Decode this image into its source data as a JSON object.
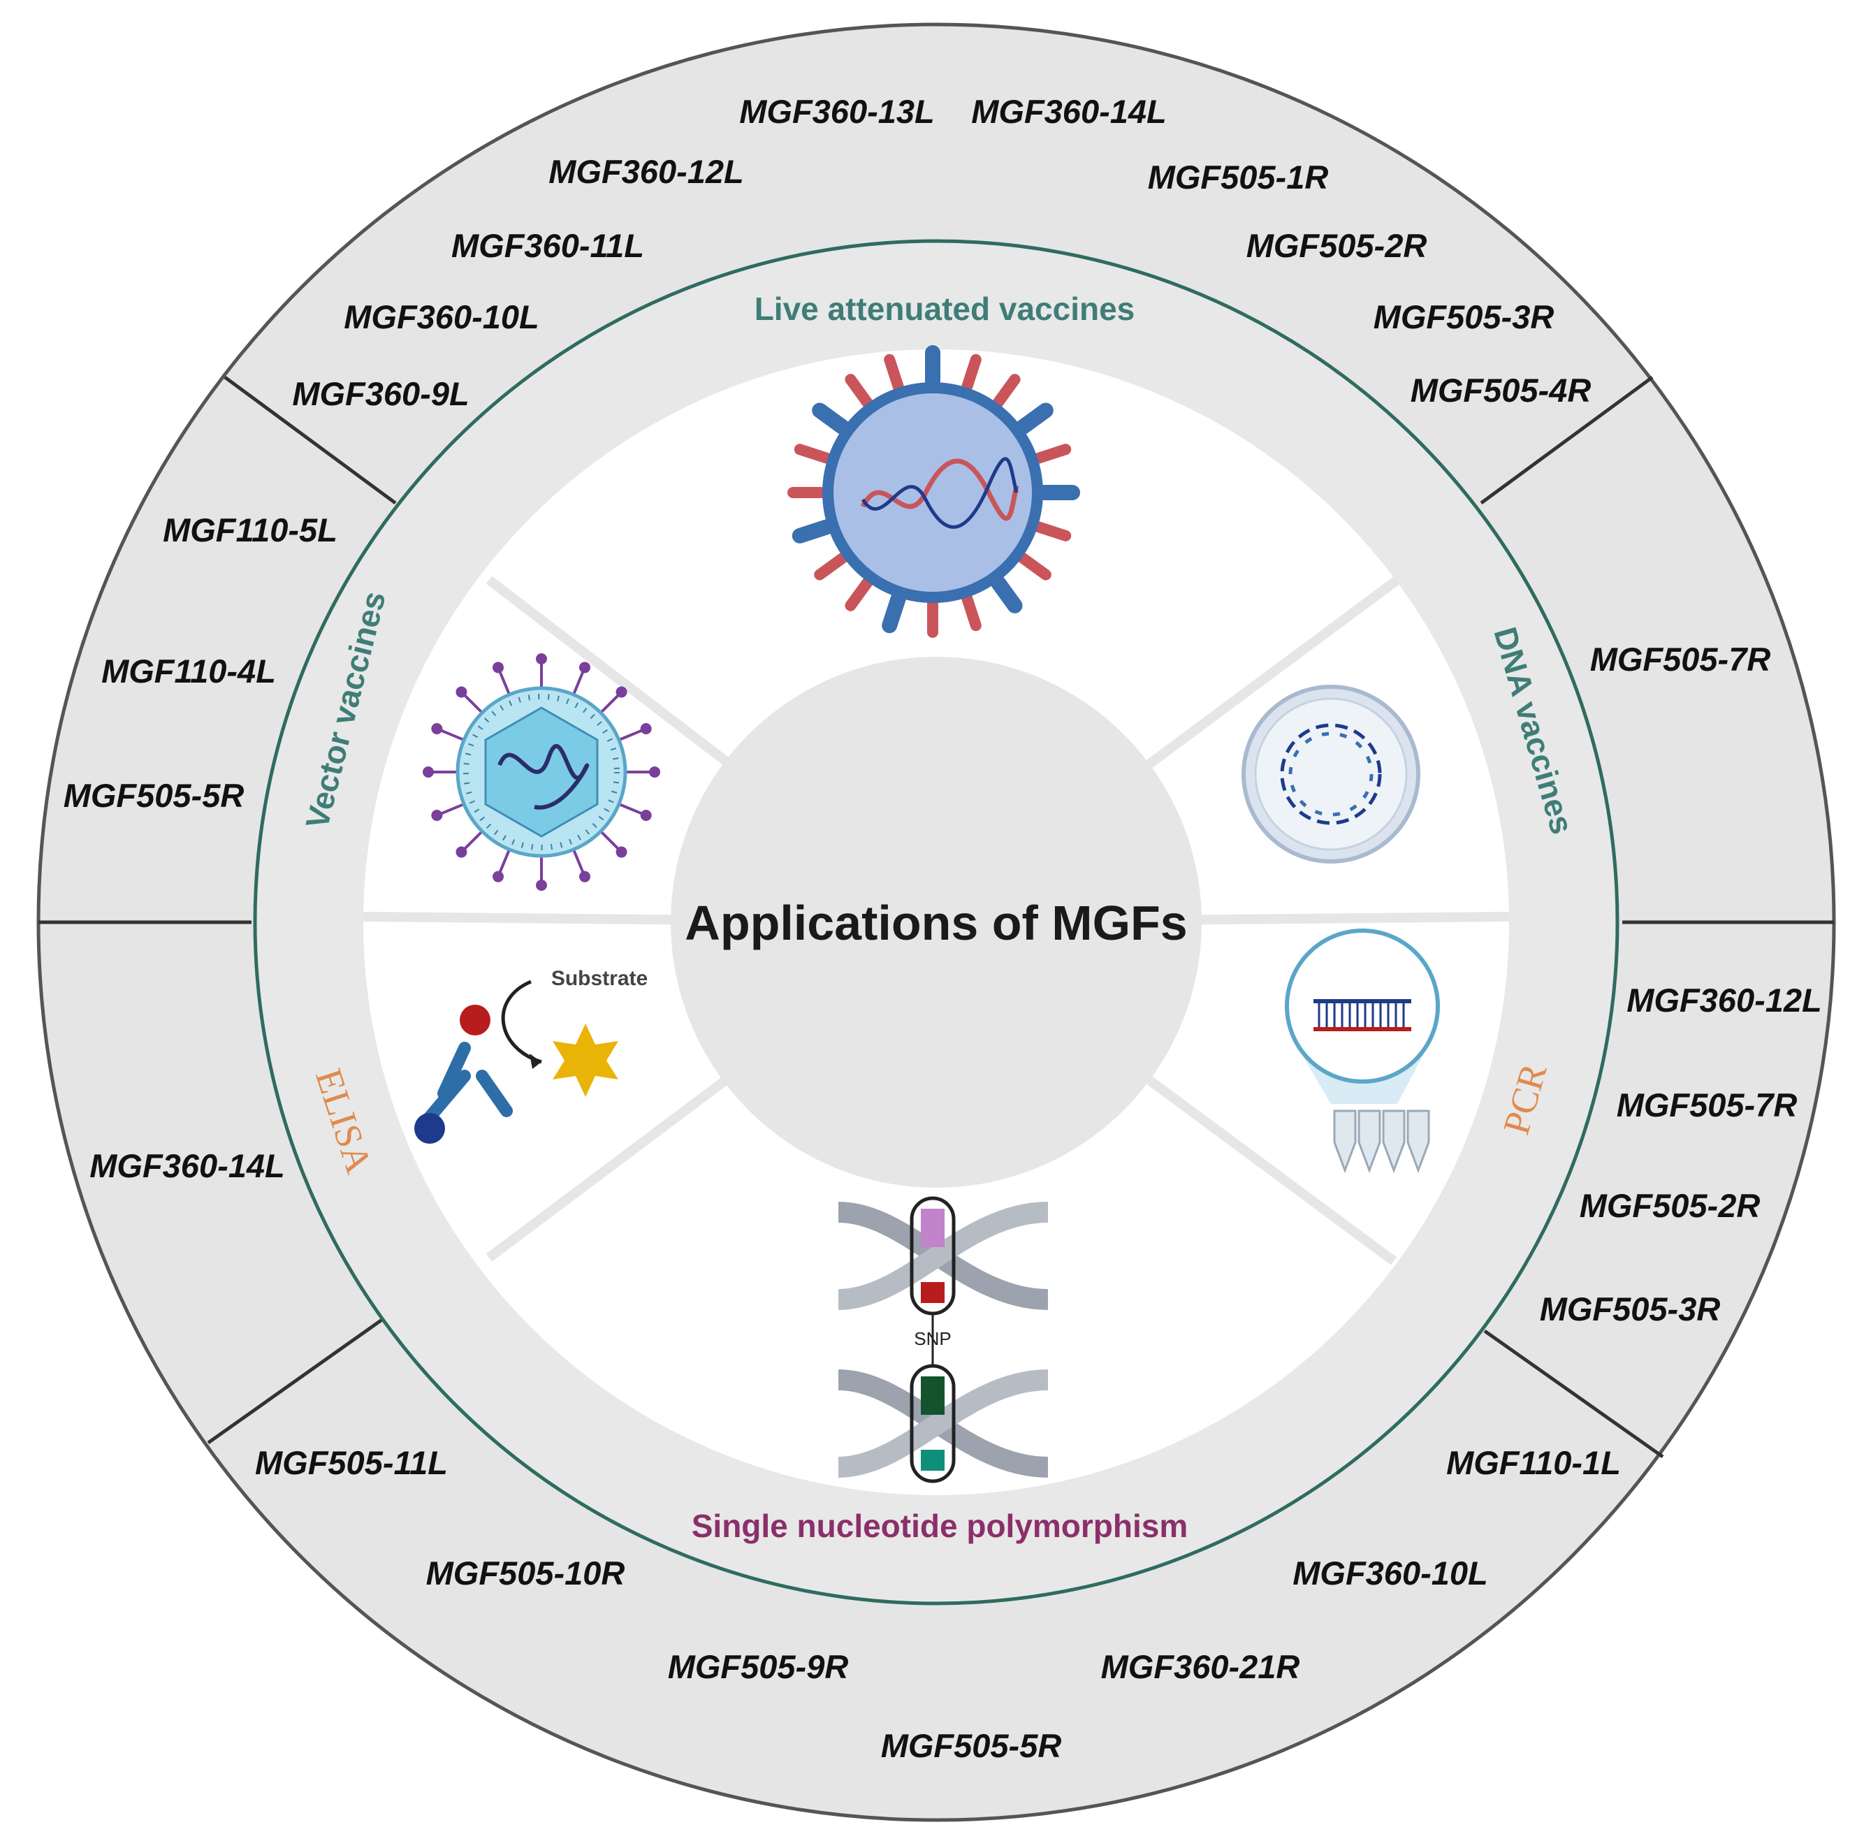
{
  "center": {
    "title": "Applications of MGFs"
  },
  "applications": {
    "live_attenuated": {
      "label": "Live attenuated vaccines",
      "color": "#3f7d77"
    },
    "dna": {
      "label": "DNA vaccines",
      "color": "#3f7d77"
    },
    "pcr": {
      "label": "PCR",
      "color": "#e08a4e"
    },
    "snp": {
      "label": "Single nucleotide polymorphism",
      "color": "#8b2f6b",
      "icon_label": "SNP"
    },
    "elisa": {
      "label": "ELISA",
      "color": "#e08a4e",
      "icon_label": "Substrate"
    },
    "vector": {
      "label": "Vector vaccines",
      "color": "#3f7d77"
    }
  },
  "gene_groups": {
    "live_attenuated": [
      "MGF360-13L",
      "MGF360-14L",
      "MGF360-12L",
      "MGF505-1R",
      "MGF360-11L",
      "MGF505-2R",
      "MGF360-10L",
      "MGF505-3R",
      "MGF360-9L",
      "MGF505-4R"
    ],
    "dna": [
      "MGF505-7R"
    ],
    "pcr": [
      "MGF360-12L",
      "MGF505-7R",
      "MGF505-2R",
      "MGF505-3R"
    ],
    "snp": [
      "MGF110-1L",
      "MGF505-11L",
      "MGF360-10L",
      "MGF505-10R",
      "MGF360-21R",
      "MGF505-9R",
      "MGF505-5R"
    ],
    "elisa": [
      "MGF360-14L"
    ],
    "vector": [
      "MGF110-5L",
      "MGF110-4L",
      "MGF505-5R"
    ]
  },
  "colors": {
    "outer_ring": "#e5e5e5",
    "inner_ring": "#e8e8e8",
    "center_disc": "#e6e6e6",
    "outline": "#555555",
    "teal_border": "#2f6b60",
    "virus_red": "#c9555a",
    "virus_blue": "#3a6fb0",
    "adeno_purple": "#7a3f9a",
    "dna_navy": "#1e3a8a"
  }
}
